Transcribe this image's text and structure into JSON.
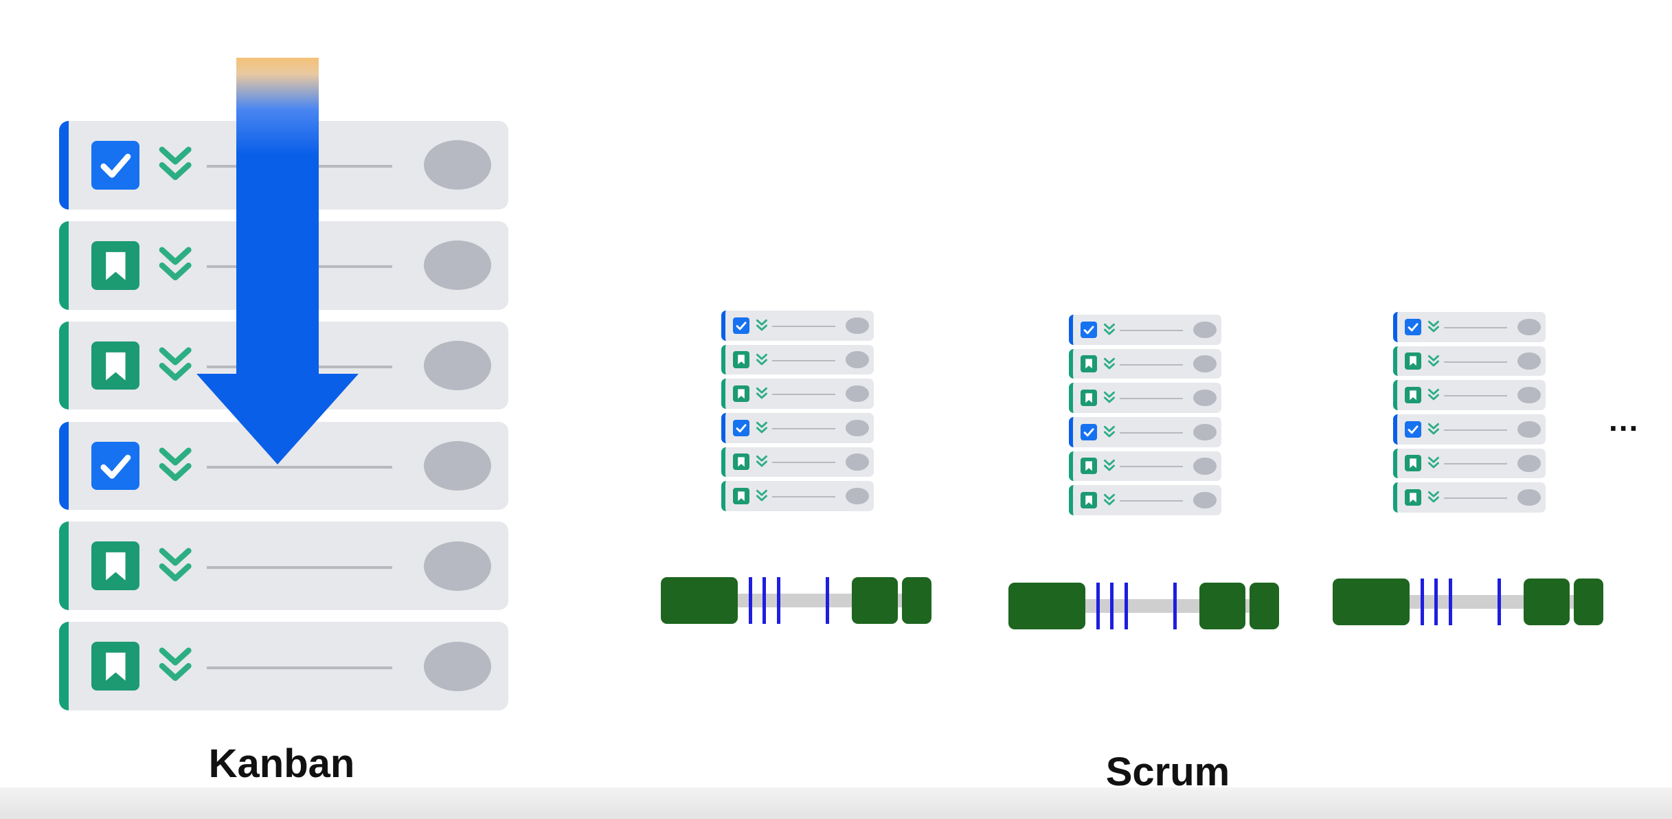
{
  "labels": {
    "kanban": "Kanban",
    "scrum": "Scrum",
    "ellipsis": "..."
  },
  "colors": {
    "task_accent": "#1672f0",
    "story_accent": "#1c9a72",
    "card_bg": "#e7e8ec",
    "arrow_blue": "#0a5fe8",
    "sprint_block": "#1e651f",
    "sprint_tick": "#1e1ee0"
  },
  "kanban_backlog": {
    "items": [
      {
        "type": "task",
        "icon": "checkbox-icon"
      },
      {
        "type": "story",
        "icon": "bookmark-icon"
      },
      {
        "type": "story",
        "icon": "bookmark-icon"
      },
      {
        "type": "task",
        "icon": "checkbox-icon"
      },
      {
        "type": "story",
        "icon": "bookmark-icon"
      },
      {
        "type": "story",
        "icon": "bookmark-icon"
      }
    ],
    "flow_icon": "down-arrow-icon"
  },
  "scrum_sprints": {
    "sprint_items": [
      "task",
      "story",
      "story",
      "task",
      "story",
      "story"
    ],
    "sprint_count": 3
  }
}
